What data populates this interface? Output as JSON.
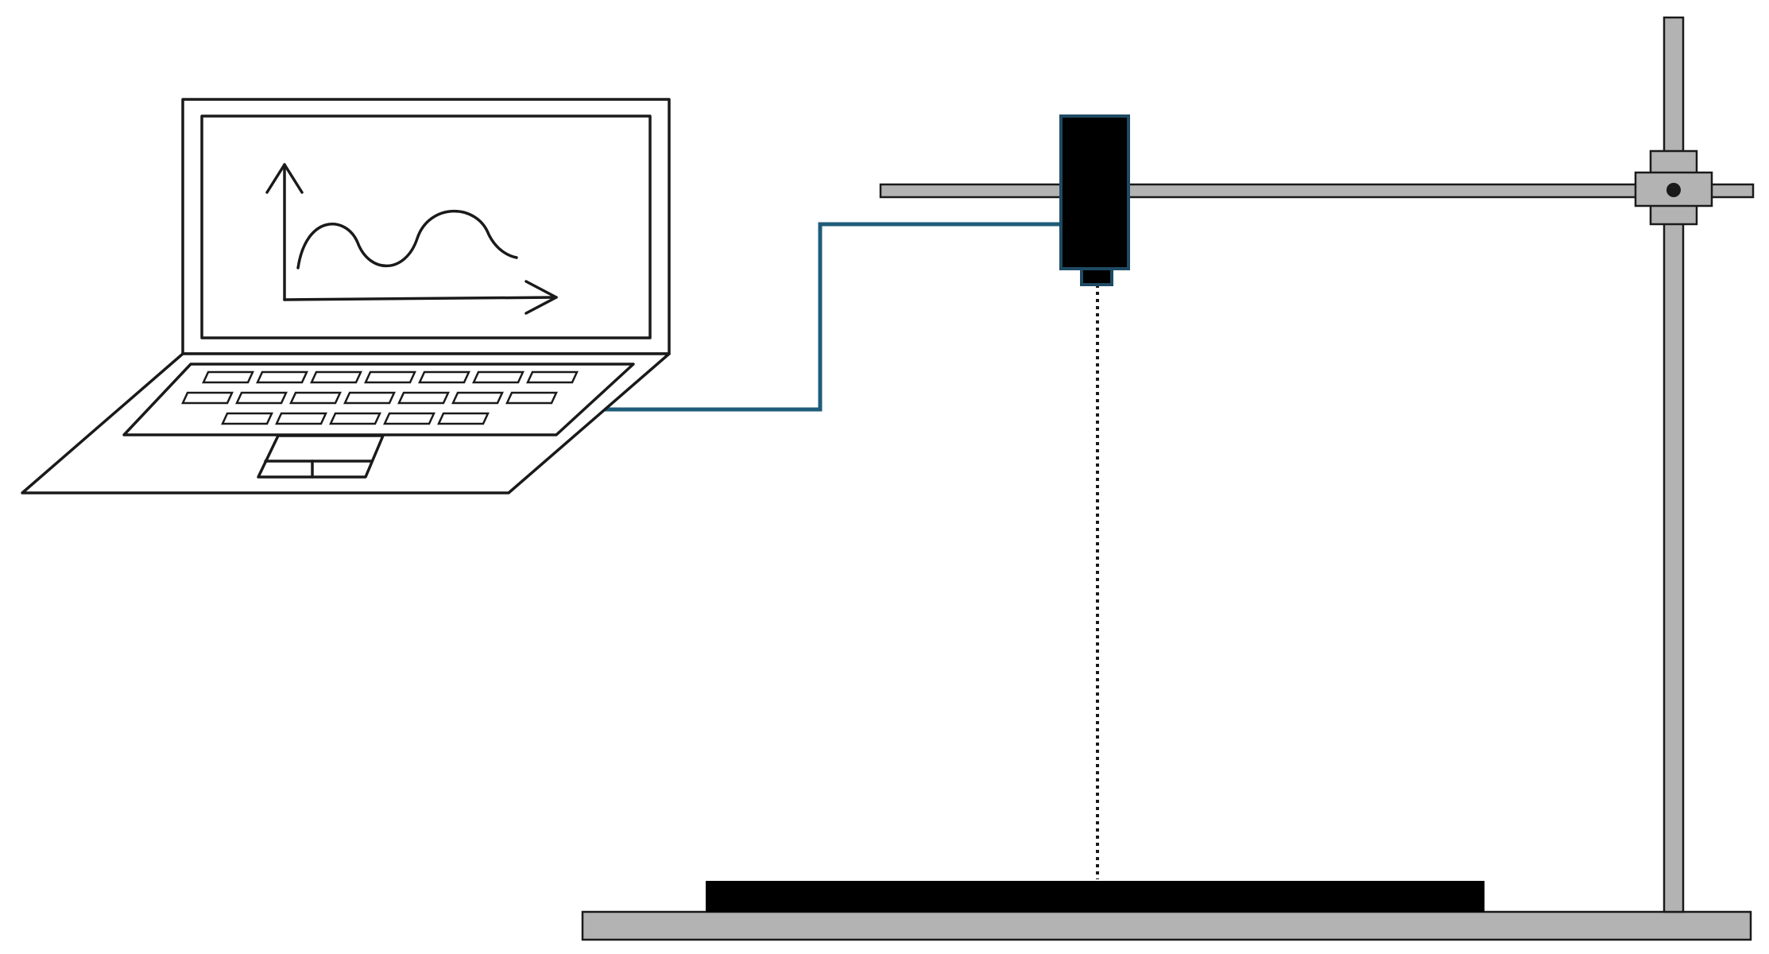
{
  "colors": {
    "outline": "#1a1a1a",
    "cable": "#1f5c7a",
    "stand_fill": "#b3b3b3",
    "stand_stroke": "#1a1a1a",
    "sensor_fill": "#000000",
    "sensor_border": "#1f4a63",
    "sample_fill": "#000000",
    "beam": "#1a1a1a",
    "background": "#ffffff"
  },
  "icons": {
    "laptop": "laptop-icon",
    "sensor": "sensor-head-icon",
    "stand": "retort-stand-icon",
    "clamp": "boss-clamp-icon",
    "sample": "sample-plate-icon",
    "plot": "signal-plot-icon"
  },
  "laptop": {
    "keyboard_rows": [
      7,
      7,
      5
    ]
  }
}
